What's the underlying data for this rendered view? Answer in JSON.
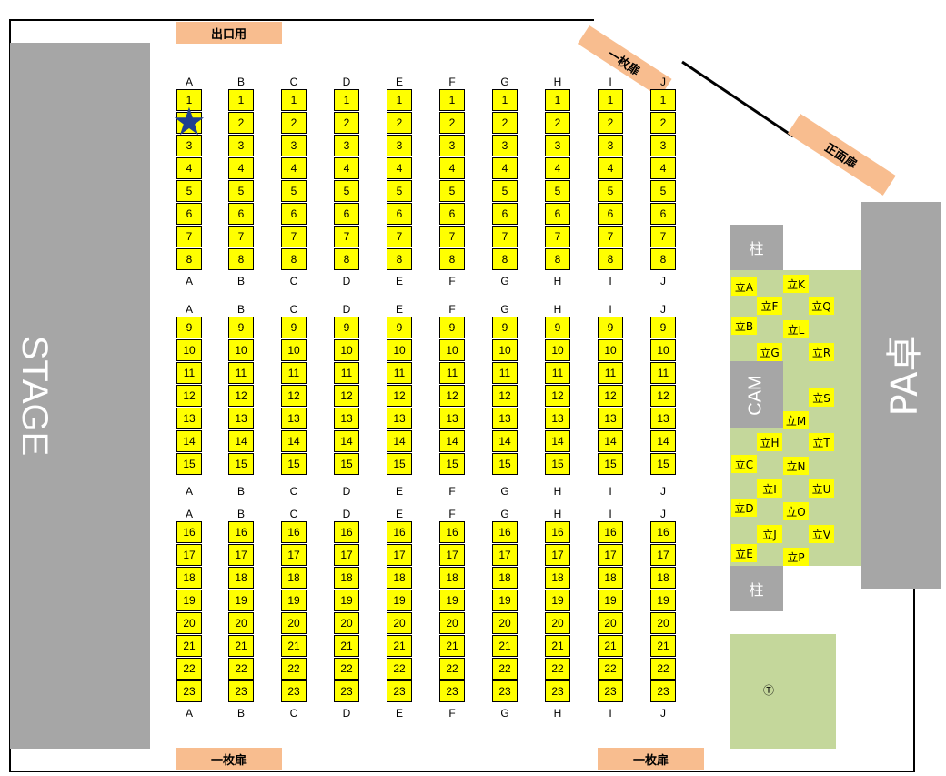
{
  "stage": {
    "label": "STAGE"
  },
  "pa": {
    "label": "PA卓"
  },
  "cam": {
    "label": "CAM"
  },
  "pillars": [
    "柱",
    "柱"
  ],
  "doors": {
    "exit_top": "出口用",
    "single_top_right": "一枚扉",
    "front": "正面扉",
    "single_bottom_left": "一枚扉",
    "single_bottom_right": "一枚扉"
  },
  "columns": [
    "A",
    "B",
    "C",
    "D",
    "E",
    "F",
    "G",
    "H",
    "I",
    "J"
  ],
  "block1_rows": [
    "1",
    "2",
    "3",
    "4",
    "5",
    "6",
    "7",
    "8"
  ],
  "block2_rows": [
    "9",
    "10",
    "11",
    "12",
    "13",
    "14",
    "15"
  ],
  "block3_rows": [
    "16",
    "17",
    "18",
    "19",
    "20",
    "21",
    "22",
    "23"
  ],
  "marked_seat": {
    "column": "A",
    "row": "2",
    "symbol": "★",
    "color": "#1f3f8f"
  },
  "standing": [
    "立A",
    "立B",
    "立C",
    "立D",
    "立E",
    "立F",
    "立G",
    "立H",
    "立I",
    "立J",
    "立K",
    "立L",
    "立M",
    "立N",
    "立O",
    "立P",
    "立Q",
    "立R",
    "立S",
    "立T",
    "立U",
    "立V"
  ],
  "misc_symbol": "Ⓣ",
  "colors": {
    "seat": "#ffff00",
    "stage": "#a6a6a6",
    "door": "#f8bd8f",
    "standing_area": "#c4d79b",
    "marker": "#1f3f8f"
  }
}
